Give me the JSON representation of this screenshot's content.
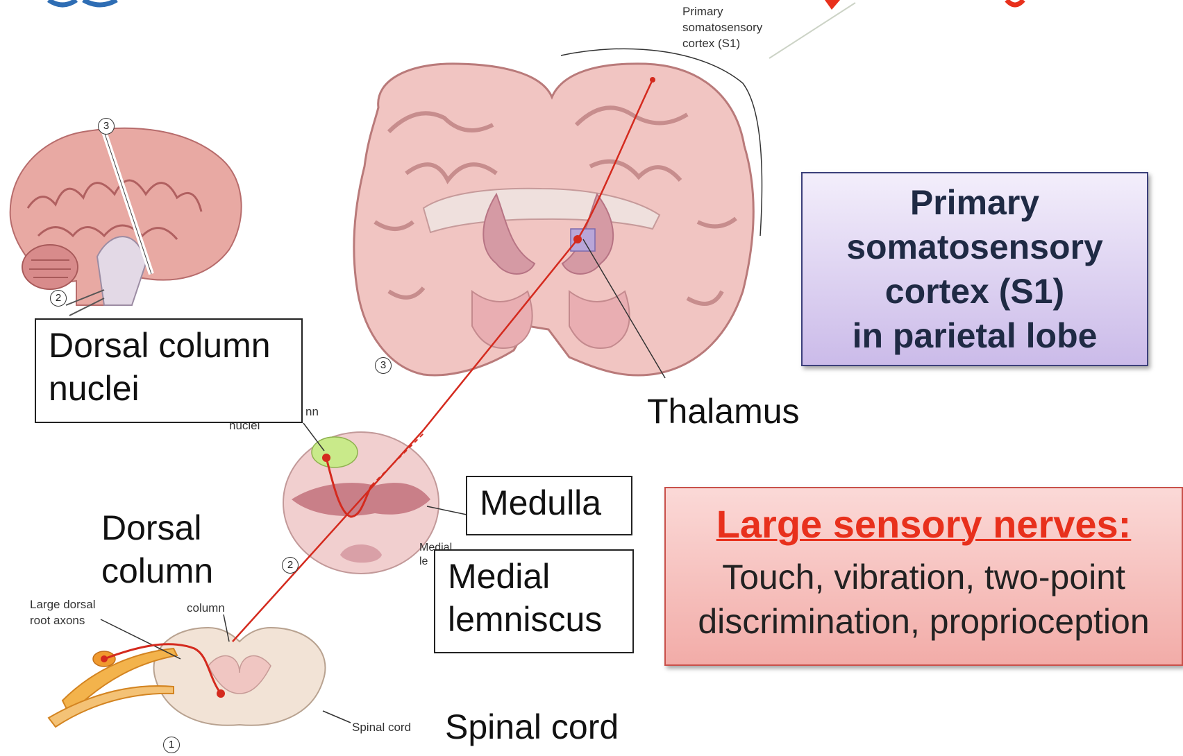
{
  "labels": {
    "s1_small": [
      "Primary",
      "somatosensory",
      "cortex (S1)"
    ],
    "dorsal_column_nuclei_box": [
      "Dorsal column",
      "nuclei"
    ],
    "thalamus": "Thalamus",
    "medulla_box": "Medulla",
    "medial_lemniscus_box": [
      "Medial",
      "lemniscus"
    ],
    "dorsal_column": [
      "Dorsal",
      "column"
    ],
    "spinal_cord": "Spinal cord",
    "partial_nuclei": "nuclei",
    "partial_nn": "nn",
    "partial_medial": "Medial",
    "partial_le": "le",
    "large_dorsal_root": [
      "Large dorsal",
      "root axons"
    ],
    "column_small": "column",
    "spinal_cord_small": "Spinal cord",
    "circled_numbers": {
      "top": "3",
      "left_mid": "2",
      "brain_coronal": "3",
      "medulla": "2",
      "spinal": "1"
    }
  },
  "s1_box": {
    "lines": [
      "Primary",
      "somatosensory",
      "cortex (S1)",
      "in parietal lobe"
    ]
  },
  "nerves_box": {
    "title": "Large sensory nerves:",
    "body": [
      "Touch, vibration, two-point",
      "discrimination, proprioception"
    ]
  },
  "colors": {
    "pathway": "#d42a1e",
    "tissue": "#f3cfcf",
    "tissue_dark": "#c97f88",
    "highlight_green": "#c9ea8a"
  }
}
